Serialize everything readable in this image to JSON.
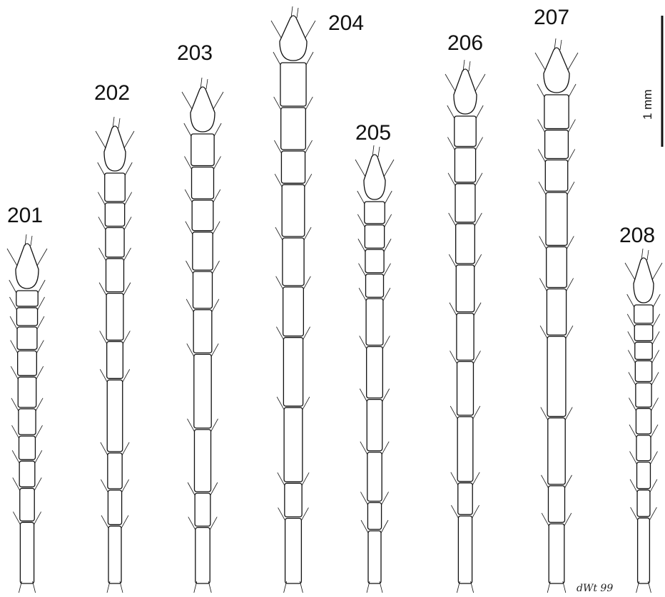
{
  "figure": {
    "antennae": [
      {
        "label": "201",
        "segments": 11
      },
      {
        "label": "202",
        "segments": 11
      },
      {
        "label": "203",
        "segments": 11
      },
      {
        "label": "204",
        "segments": 11
      },
      {
        "label": "205",
        "segments": 11
      },
      {
        "label": "206",
        "segments": 11
      },
      {
        "label": "207",
        "segments": 11
      },
      {
        "label": "208",
        "segments": 11
      }
    ],
    "scale_bar": {
      "label": "1 mm"
    },
    "signature": "dWt 99",
    "colors": {
      "ink": "#111111",
      "background": "#ffffff"
    }
  }
}
